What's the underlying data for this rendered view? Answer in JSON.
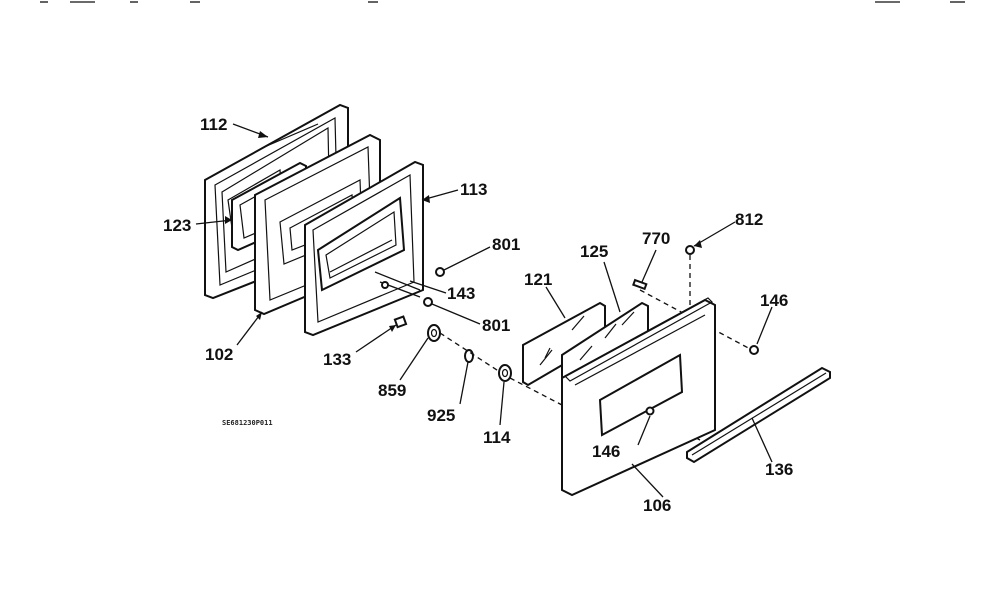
{
  "diagram": {
    "drawing_code": "SE681230P011",
    "labels": [
      {
        "id": "112",
        "text": "112"
      },
      {
        "id": "123",
        "text": "123"
      },
      {
        "id": "102",
        "text": "102"
      },
      {
        "id": "113",
        "text": "113"
      },
      {
        "id": "801a",
        "text": "801"
      },
      {
        "id": "143",
        "text": "143"
      },
      {
        "id": "801b",
        "text": "801"
      },
      {
        "id": "133",
        "text": "133"
      },
      {
        "id": "859",
        "text": "859"
      },
      {
        "id": "925",
        "text": "925"
      },
      {
        "id": "114",
        "text": "114"
      },
      {
        "id": "121",
        "text": "121"
      },
      {
        "id": "125",
        "text": "125"
      },
      {
        "id": "770",
        "text": "770"
      },
      {
        "id": "812",
        "text": "812"
      },
      {
        "id": "146a",
        "text": "146"
      },
      {
        "id": "146b",
        "text": "146"
      },
      {
        "id": "106",
        "text": "106"
      },
      {
        "id": "136",
        "text": "136"
      }
    ]
  }
}
